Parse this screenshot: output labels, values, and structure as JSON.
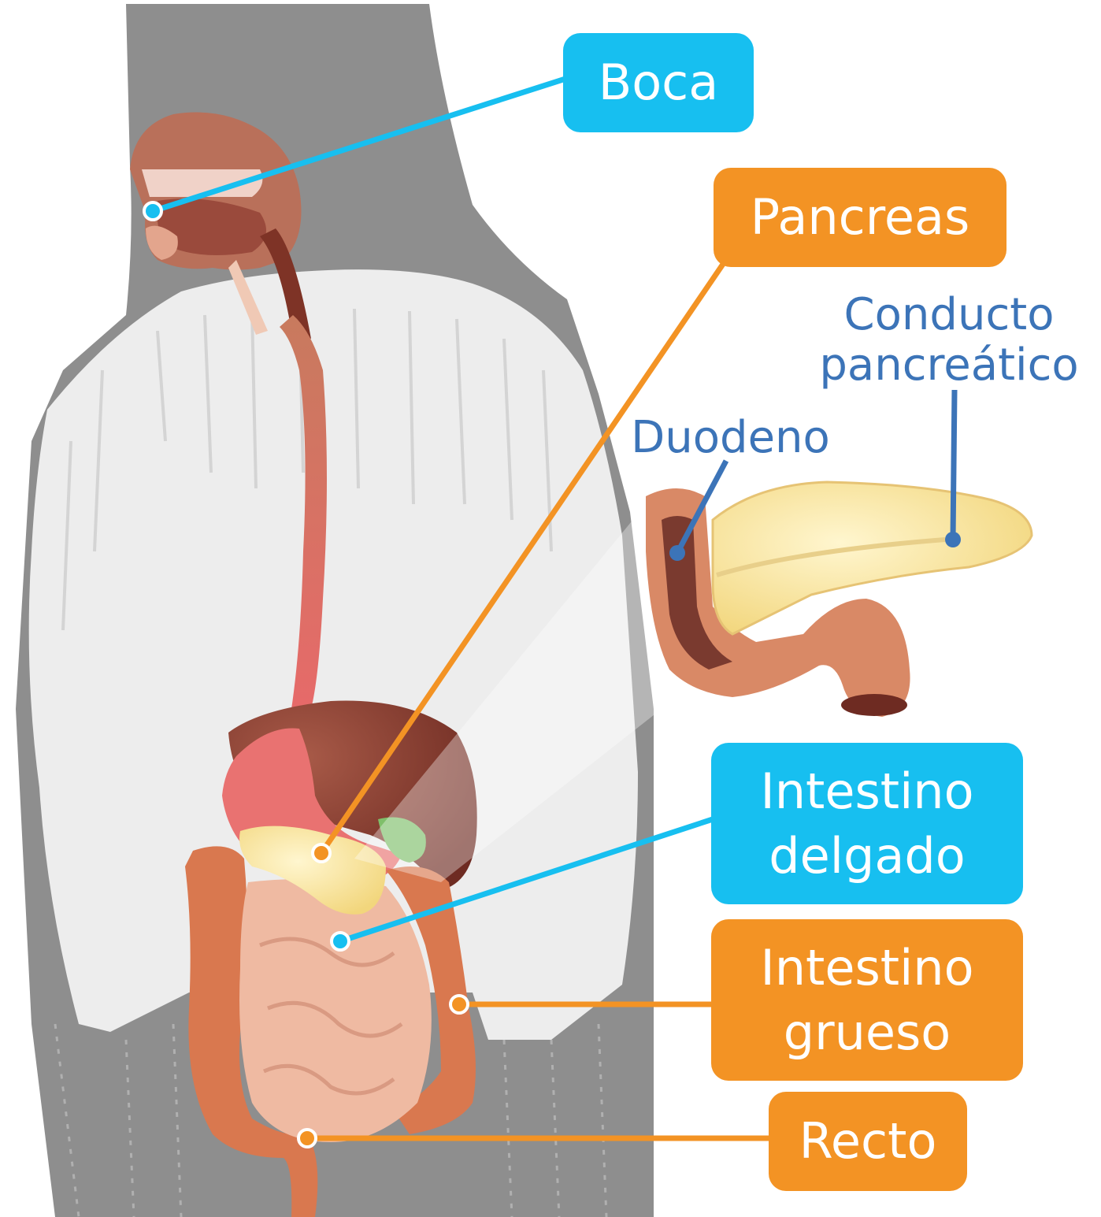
{
  "labels": {
    "boca": "Boca",
    "pancreas": "Pancreas",
    "intestino_delgado": "Intestino\ndelgado",
    "intestino_grueso": "Intestino\ngrueso",
    "recto": "Recto",
    "duodeno": "Duodeno",
    "conducto_pancreatico": "Conducto\npancreático"
  },
  "colors": {
    "blue_label": "#17bff0",
    "orange_label": "#f39324",
    "dark_blue_label": "#3c74b8"
  }
}
